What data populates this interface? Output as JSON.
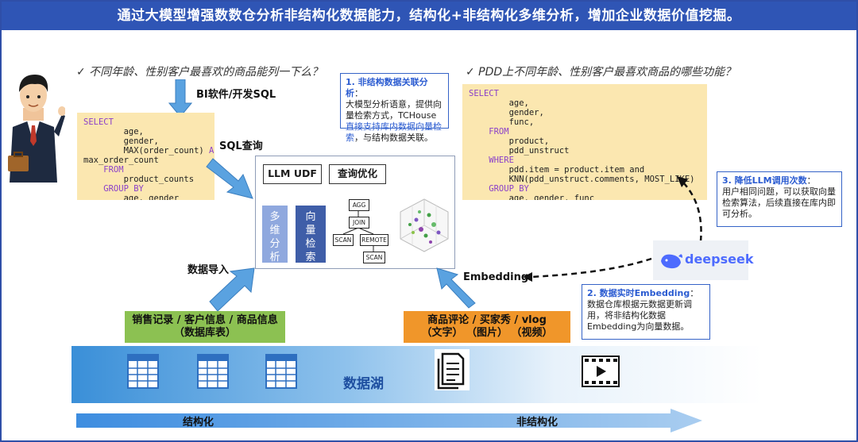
{
  "title": "通过大模型增强数数仓分析非结构化数据能力，结构化+非结构化多维分析，增加企业数据价值挖掘。",
  "left": {
    "question": "✓ 不同年龄、性别客户最喜欢的商品能列一下么？",
    "tool_label": "BI软件/开发SQL",
    "sql_query_label": "SQL查询",
    "data_import_label": "数据导入"
  },
  "sql_left": {
    "l1": "SELECT",
    "l2": "        age,",
    "l3": "        gender,",
    "l4a": "        MAX(order_count) ",
    "l4b": "AS",
    "l5": "max_order_count",
    "l6": "    FROM",
    "l7": "        product_counts",
    "l8": "    GROUP BY",
    "l9": "        age, gender"
  },
  "callout1": {
    "head": "1. 非结构数据关联分析",
    "colon": "：",
    "body1": "大模型分析语意，提供向量检索方式，TCHouse",
    "body_hl": "直接支持库内数据向量检索",
    "body2": "，与结构数据关联。"
  },
  "engine": {
    "llm_udf": "LLM UDF",
    "query_opt": "查询优化",
    "multi_dim": "多维分析",
    "vector_search": "向量检索",
    "ops": [
      "AGG",
      "JOIN",
      "SCAN",
      "REMOTE",
      "SCAN"
    ]
  },
  "right": {
    "question": "✓ PDD上不同年龄、性别客户最喜欢商品的哪些功能？",
    "embedding_label": "Embedding",
    "deepseek": "deepseek"
  },
  "sql_right": {
    "l1": "SELECT",
    "l2": "        age,",
    "l3": "        gender,",
    "l4": "        func,",
    "l5": "    FROM",
    "l6": "        product,",
    "l7": "        pdd_unstruct",
    "l8": "    WHERE",
    "l9": "        pdd.item = product.item and",
    "l10": "        KNN(pdd_unstruct.comments, MOST_LIKE)",
    "l11": "    GROUP BY",
    "l12": "        age, gender, func"
  },
  "callout3": {
    "head": "3. 降低LLM调用次数",
    "colon": "：",
    "body": "用户相同问题，可以获取向量检索算法，后续直接在库内即可分析。"
  },
  "callout2": {
    "head": "2. 数据实时Embedding",
    "colon": "：",
    "body": "数据仓库根据元数据更新调用，将非结构化数据Embedding为向量数据。"
  },
  "sources": {
    "structured_line1": "销售记录 / 客户信息 / 商品信息",
    "structured_line2": "（数据库表）",
    "unstructured_line1": "商品评论 / 买家秀 / vlog",
    "unstructured_line2": "（文字）  （图片）  （视频）"
  },
  "lake": {
    "label": "数据湖"
  },
  "spectrum": {
    "structured": "结构化",
    "unstructured": "非结构化"
  },
  "colors": {
    "title_bg": "#2f55b5",
    "sql_bg": "#fbe7b0",
    "callout_accent": "#2a5bd1",
    "structured_src": "#8cc152",
    "unstructured_src": "#f0962a",
    "multi_dim_box": "#8fa8de",
    "vector_box": "#3f5ea8",
    "arrow_blue": "#5aa2e0"
  },
  "icons": [
    "businessman-icon",
    "table-icon",
    "document-icon",
    "video-icon",
    "deepseek-whale-icon",
    "vector-scatter-3d-icon"
  ]
}
